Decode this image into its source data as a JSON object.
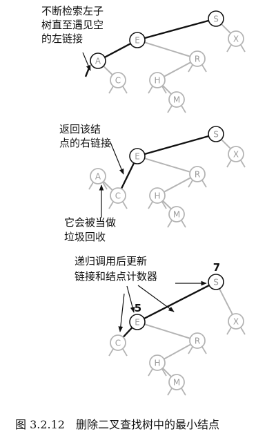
{
  "panels": [
    {
      "id": "p1",
      "annotations": [
        {
          "name": "annotation-search-left",
          "lines": [
            "不断检索左子",
            "树直至遇见空",
            "的左链接"
          ]
        }
      ],
      "nodes": [
        {
          "id": "S",
          "style": "black"
        },
        {
          "id": "X",
          "style": "gray"
        },
        {
          "id": "E",
          "style": "black"
        },
        {
          "id": "R",
          "style": "gray"
        },
        {
          "id": "A",
          "style": "black"
        },
        {
          "id": "C",
          "style": "gray"
        },
        {
          "id": "H",
          "style": "gray"
        },
        {
          "id": "M",
          "style": "gray"
        }
      ],
      "counts": []
    },
    {
      "id": "p2",
      "annotations": [
        {
          "name": "annotation-return-right",
          "lines": [
            "返回该结",
            "点的右链接"
          ]
        },
        {
          "name": "annotation-garbage",
          "lines": [
            "它会被当做",
            "垃圾回收"
          ]
        }
      ],
      "nodes": [
        {
          "id": "S",
          "style": "black"
        },
        {
          "id": "X",
          "style": "gray"
        },
        {
          "id": "E",
          "style": "black"
        },
        {
          "id": "R",
          "style": "gray"
        },
        {
          "id": "A",
          "style": "gray"
        },
        {
          "id": "C",
          "style": "gray"
        },
        {
          "id": "H",
          "style": "gray"
        },
        {
          "id": "M",
          "style": "gray"
        }
      ],
      "counts": []
    },
    {
      "id": "p3",
      "annotations": [
        {
          "name": "annotation-update-counts",
          "lines": [
            "递归调用后更新",
            "链接和结点计数器"
          ]
        }
      ],
      "nodes": [
        {
          "id": "S",
          "style": "black"
        },
        {
          "id": "X",
          "style": "gray"
        },
        {
          "id": "E",
          "style": "black"
        },
        {
          "id": "R",
          "style": "gray"
        },
        {
          "id": "C",
          "style": "gray"
        },
        {
          "id": "H",
          "style": "gray"
        },
        {
          "id": "M",
          "style": "gray"
        }
      ],
      "counts": [
        {
          "node": "S",
          "value": "7"
        },
        {
          "node": "E",
          "value": "5"
        }
      ]
    }
  ],
  "caption": "图 3.2.12　删除二叉查找树中的最小结点",
  "colors": {
    "ink": "#111111",
    "gray": "#b4b4b4",
    "grayLabel": "#9a9a9a"
  }
}
